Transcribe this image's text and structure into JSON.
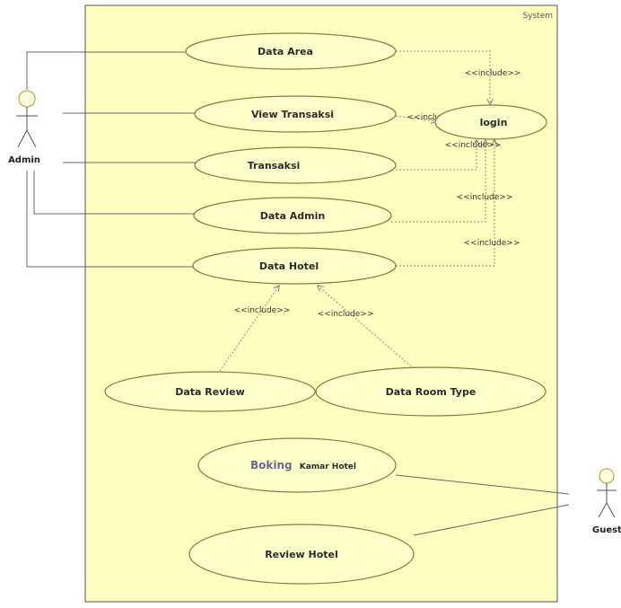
{
  "system": {
    "label": "System"
  },
  "actors": {
    "admin": "Admin",
    "guest": "Guest"
  },
  "use_cases": {
    "data_area": "Data Area",
    "view_transaksi": "View Transaksi",
    "login": "login",
    "transaksi": "Transaksi",
    "data_admin": "Data Admin",
    "data_hotel": "Data Hotel",
    "data_review": "Data Review",
    "data_room_type": "Data Room Type",
    "boking_prefix": "Boking",
    "boking_suffix": "Kamar Hotel",
    "review_hotel": "Review Hotel"
  },
  "include_label": "<<include>>",
  "colors": {
    "system_fill": "#ffffc0",
    "usecase_fill": "#ffffcc",
    "outline": "#8a7a3a",
    "line": "#555555",
    "actor_fill": "#fffbe0",
    "boking_accent": "#6a6a8a"
  }
}
